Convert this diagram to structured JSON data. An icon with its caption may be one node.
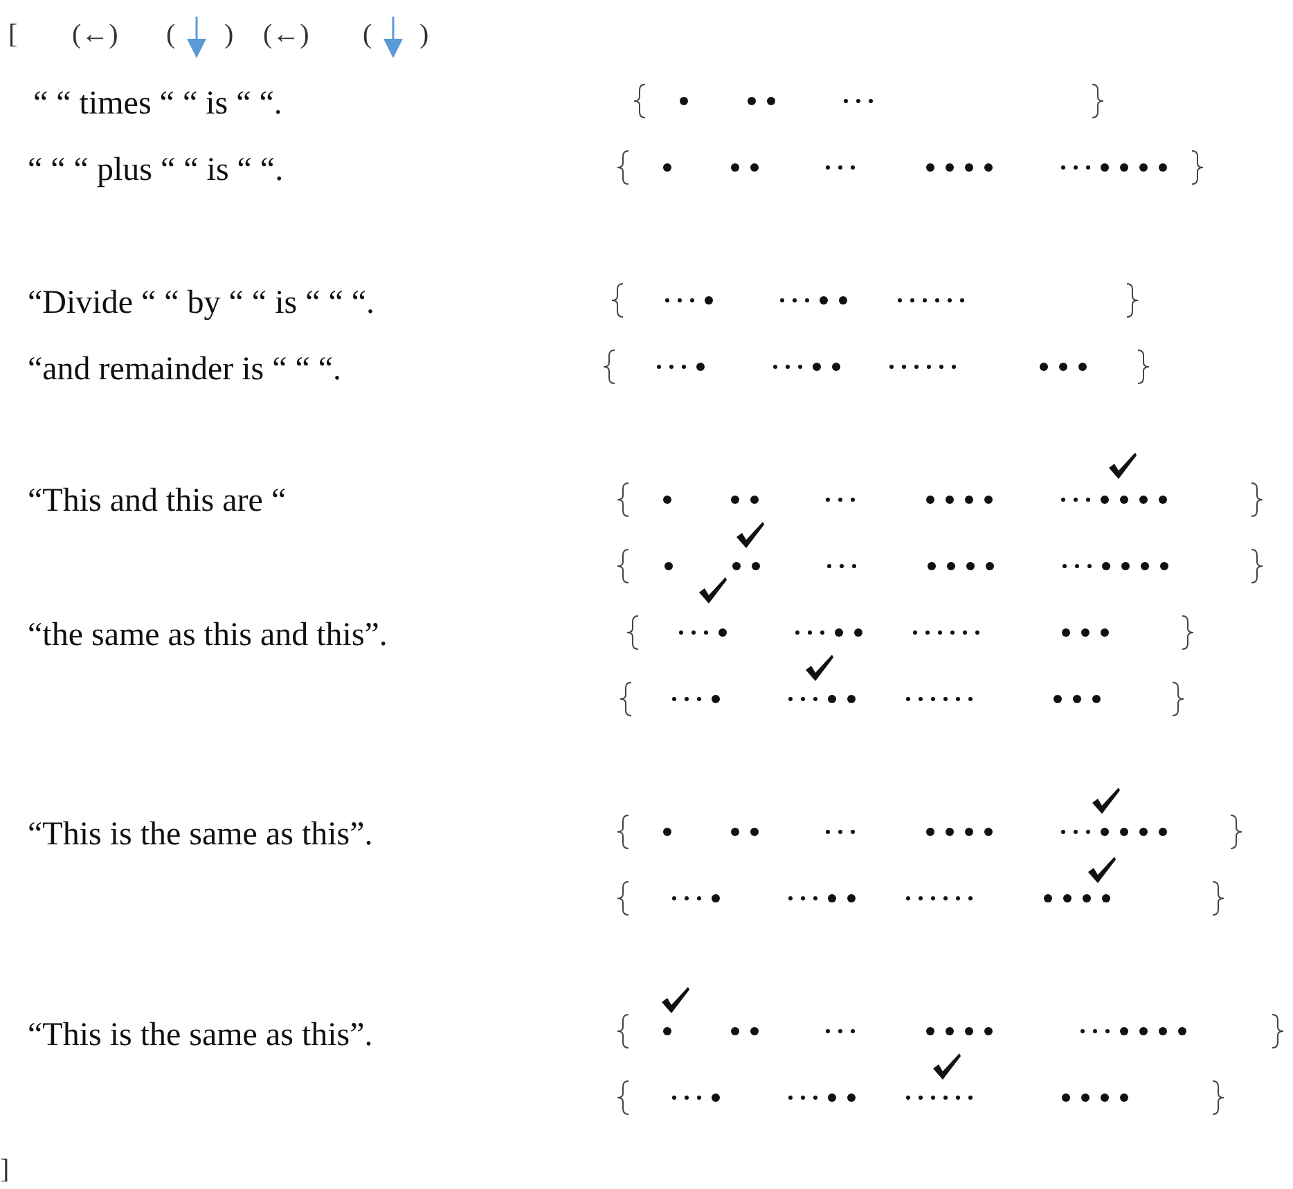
{
  "diagram": {
    "labels": [
      "[",
      "(←)",
      "(",
      ")",
      "(←)",
      "(",
      ")",
      "“ “ times “ “ is “ “.",
      "“ “ “ plus “ “ is “ “.",
      "“Divide “ “ by “ “ is “ “ “.",
      "“and remainder is “ “ “.",
      "“This and this are “",
      "“the same as this and this”.",
      "“This is the same as this”.",
      "“This is the same as this”.",
      "]"
    ]
  }
}
